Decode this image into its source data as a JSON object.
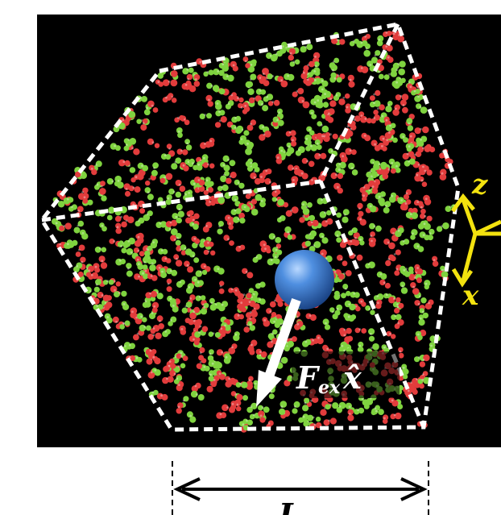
{
  "panel": {
    "background": "#000000",
    "box_color": "#ffffff",
    "molecule_colors": [
      "#e23c3c",
      "#7fd33f"
    ],
    "particle_color": "#3f86d8",
    "axes_color": "#f3e20f"
  },
  "labels": {
    "force": "F",
    "force_subscript": "ex",
    "force_unit_vector": "x̂",
    "axis_z": "z",
    "axis_x": "x",
    "length": "L"
  }
}
